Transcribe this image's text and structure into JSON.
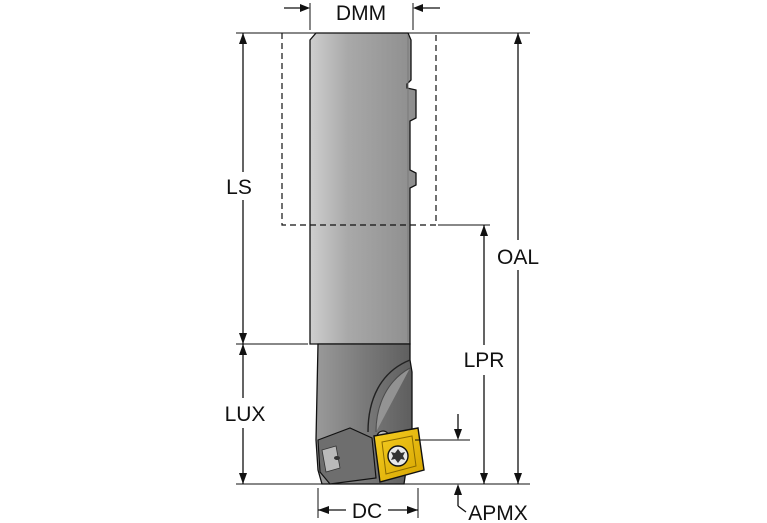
{
  "diagram": {
    "labels": {
      "dmm": "DMM",
      "ls": "LS",
      "oal": "OAL",
      "lpr": "LPR",
      "lux": "LUX",
      "dc": "DC",
      "apmx": "APMX"
    },
    "colors": {
      "shank_light": "#b4b4b4",
      "shank_dark": "#8c8c8c",
      "body_dark": "#6a6a6a",
      "insert": "#e6b400",
      "insert_dark": "#8a6a00",
      "line": "#111111"
    }
  }
}
